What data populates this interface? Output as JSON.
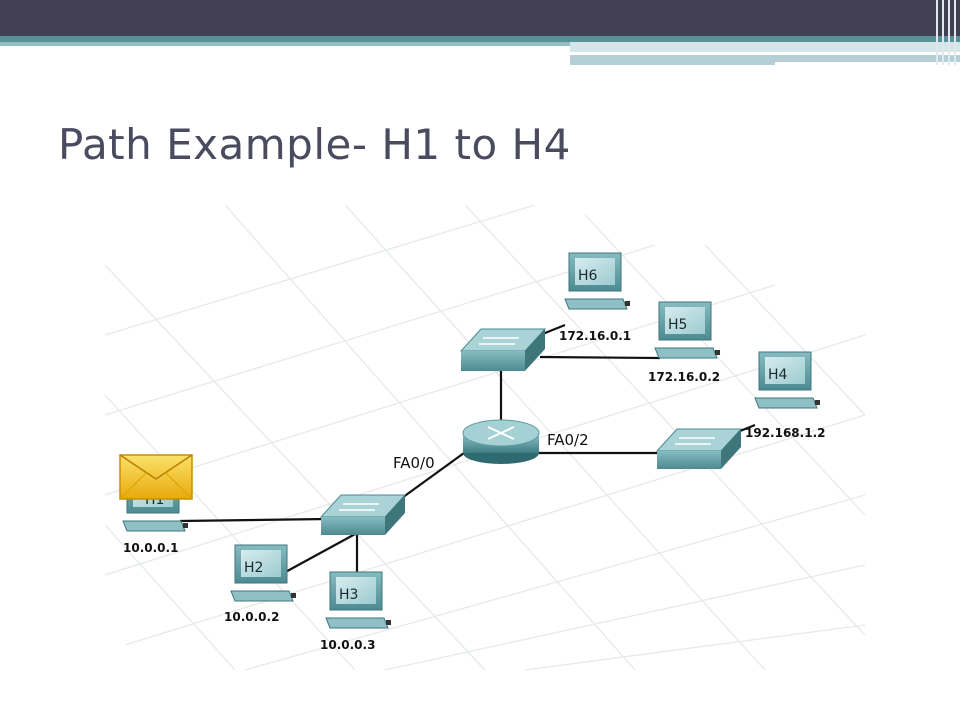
{
  "slide": {
    "title": "Path Example- H1 to H4"
  },
  "diagram": {
    "hosts": [
      {
        "name": "H1",
        "ip": "10.0.0.1"
      },
      {
        "name": "H2",
        "ip": "10.0.0.2"
      },
      {
        "name": "H3",
        "ip": "10.0.0.3"
      },
      {
        "name": "H4",
        "ip": "192.168.1.2"
      },
      {
        "name": "H5",
        "ip": "172.16.0.2"
      },
      {
        "name": "H6",
        "ip": "172.16.0.1"
      }
    ],
    "router_interfaces": [
      "FA0/0",
      "FA0/2"
    ],
    "colors": {
      "device_teal": "#5f9ca2",
      "device_dark": "#3e767c",
      "link": "#111111",
      "grid": "#e9ecec",
      "envelope": "#f2c21b"
    }
  }
}
